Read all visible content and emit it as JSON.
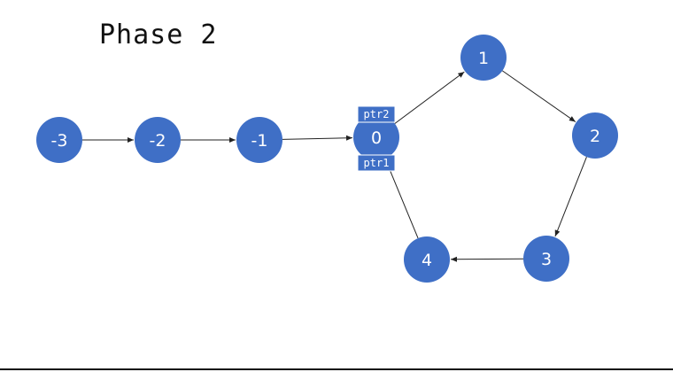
{
  "title": "Phase 2",
  "colors": {
    "node_fill": "#3f6fc6",
    "node_text": "#ffffff",
    "pointer_fill": "#3f6fc6",
    "edge": "#222222"
  },
  "nodes": [
    "-3",
    "-2",
    "-1",
    "0",
    "1",
    "2",
    "3",
    "4"
  ],
  "edges": [
    [
      "-3",
      "-2"
    ],
    [
      "-2",
      "-1"
    ],
    [
      "-1",
      "0"
    ],
    [
      "0",
      "1"
    ],
    [
      "1",
      "2"
    ],
    [
      "2",
      "3"
    ],
    [
      "3",
      "4"
    ],
    [
      "4",
      "0"
    ]
  ],
  "pointers": [
    {
      "label": "ptr2",
      "node": "0",
      "side": "above"
    },
    {
      "label": "ptr1",
      "node": "0",
      "side": "below"
    }
  ]
}
